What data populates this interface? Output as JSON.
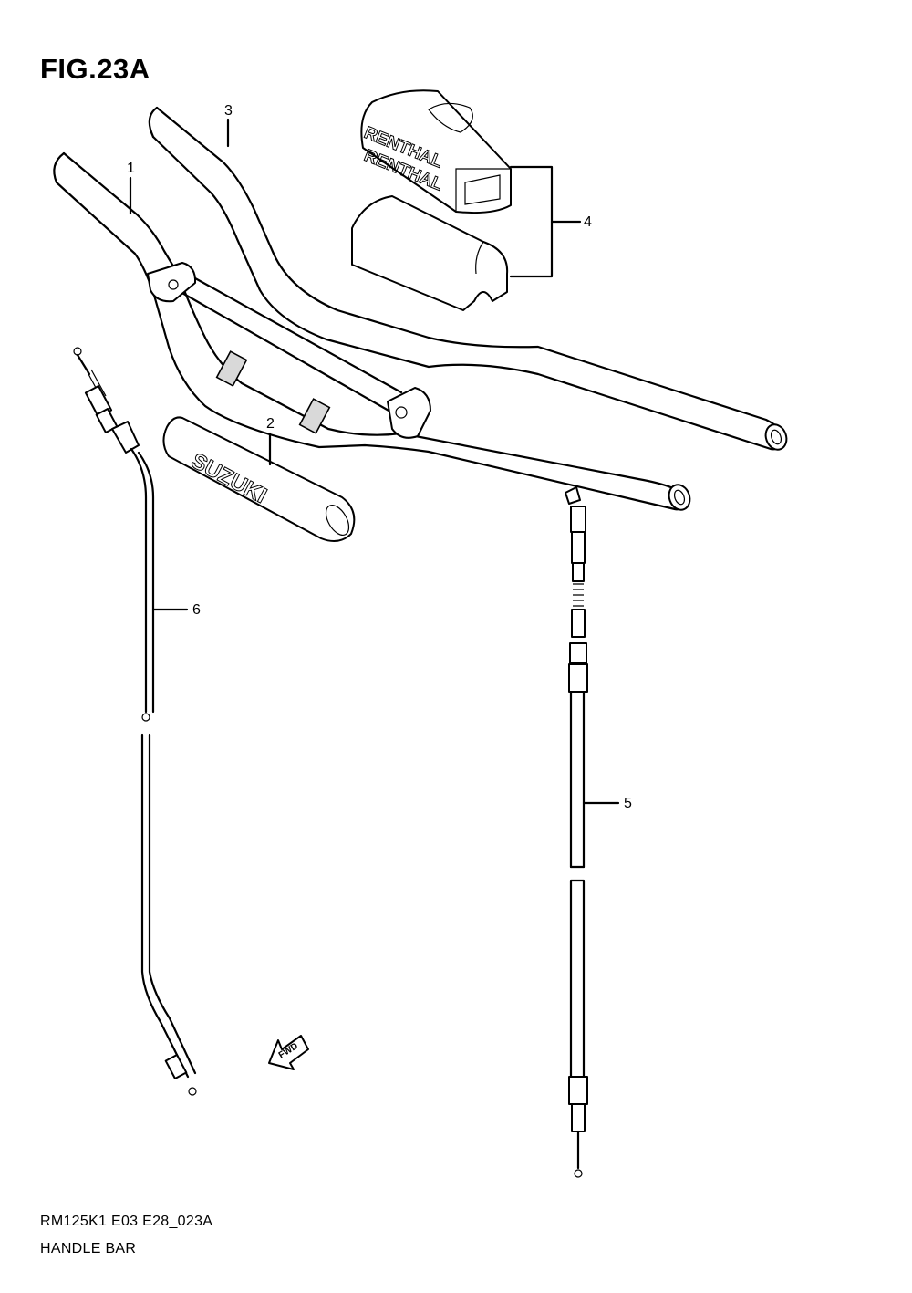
{
  "figure": {
    "title": "FIG.23A",
    "model_code": "RM125K1 E03 E28_023A",
    "section_name": "HANDLE BAR"
  },
  "callouts": [
    {
      "id": "1",
      "label": "1"
    },
    {
      "id": "2",
      "label": "2"
    },
    {
      "id": "3",
      "label": "3"
    },
    {
      "id": "4",
      "label": "4"
    },
    {
      "id": "5",
      "label": "5"
    },
    {
      "id": "6",
      "label": "6"
    }
  ],
  "part_markings": {
    "pad_upper_brand": "RENTHAL",
    "pad_upper_brand_2": "RENTHAL",
    "crossbar_pad_brand": "SUZUKI",
    "direction_arrow": "FWD"
  },
  "colors": {
    "line": "#000000",
    "background": "#ffffff",
    "grip_band": "#d9d9d9"
  }
}
